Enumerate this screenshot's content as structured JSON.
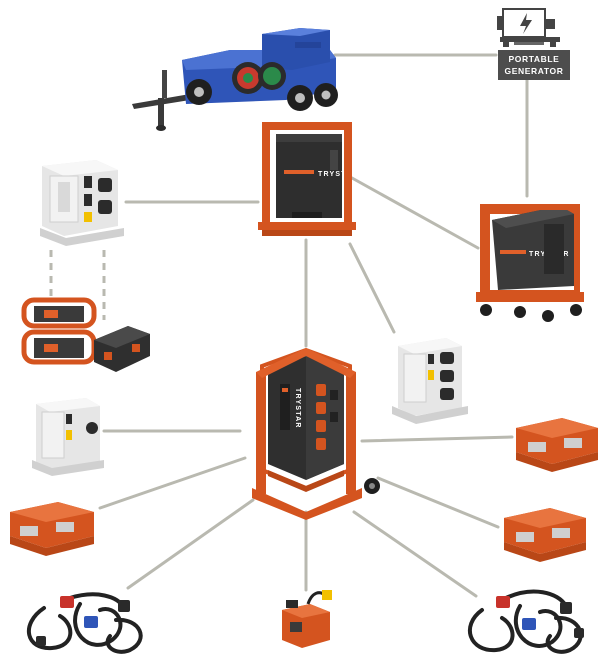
{
  "colors": {
    "connector": "#b9b9b0",
    "brand_orange": "#e0602a",
    "frame_orange": "#d4541f",
    "trailer_blue": "#2f55b8",
    "dark_steel": "#2e2e2e",
    "panel_white": "#f2f2f2",
    "cord_black": "#222222"
  },
  "generator": {
    "label_line1": "PORTABLE",
    "label_line2": "GENERATOR",
    "icon": "generator-lightning-icon"
  },
  "brand": {
    "frame_logo": "TRYSTAR",
    "cart_logo": "TRYSTAR",
    "main_logo": "TRYSTAR"
  },
  "nodes": [
    {
      "id": "trailer-generator",
      "kind": "trailer"
    },
    {
      "id": "portable-generator",
      "kind": "generator-icon"
    },
    {
      "id": "caged-distribution-box",
      "kind": "cage"
    },
    {
      "id": "wheeled-power-cart",
      "kind": "cart"
    },
    {
      "id": "white-panel-top-left",
      "kind": "white-panel"
    },
    {
      "id": "stacked-spider-boxes",
      "kind": "spider-stack"
    },
    {
      "id": "white-panel-mid-right",
      "kind": "white-panel"
    },
    {
      "id": "main-distribution-cart",
      "kind": "main-cart"
    },
    {
      "id": "white-panel-left",
      "kind": "white-panel"
    },
    {
      "id": "orange-box-right-upper",
      "kind": "orange-box"
    },
    {
      "id": "orange-box-left",
      "kind": "orange-box"
    },
    {
      "id": "orange-box-right-lower",
      "kind": "orange-box"
    },
    {
      "id": "cable-set-left",
      "kind": "cables"
    },
    {
      "id": "small-adapter-box",
      "kind": "adapter"
    },
    {
      "id": "cable-set-right",
      "kind": "cables"
    }
  ]
}
